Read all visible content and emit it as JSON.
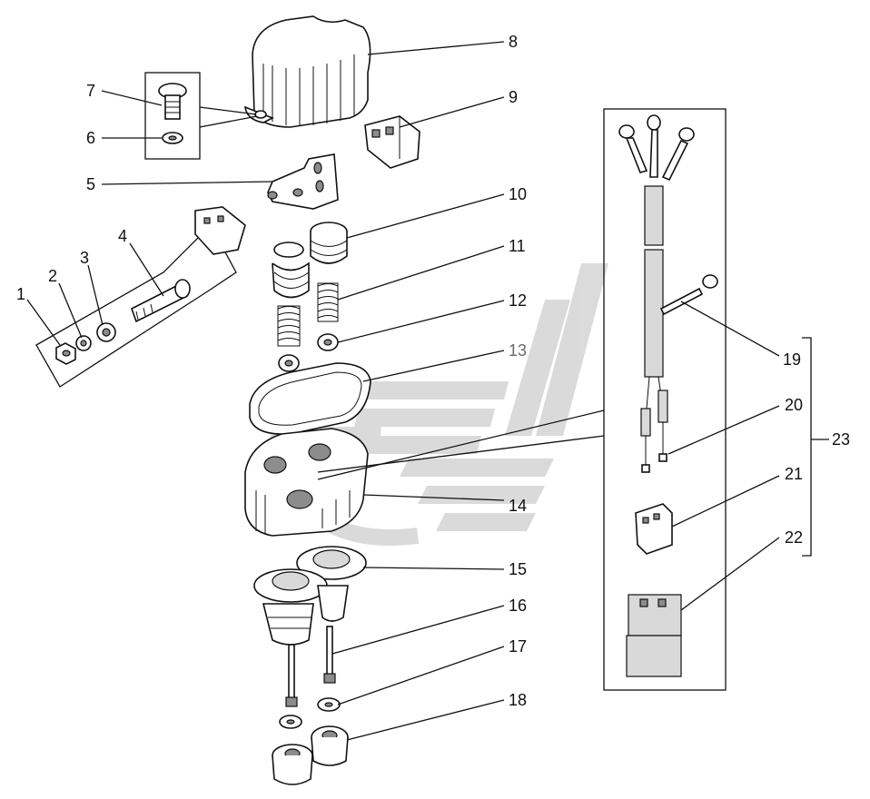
{
  "diagram": {
    "callouts": [
      {
        "id": "1",
        "text": "1"
      },
      {
        "id": "2",
        "text": "2"
      },
      {
        "id": "3",
        "text": "3"
      },
      {
        "id": "4",
        "text": "4"
      },
      {
        "id": "5",
        "text": "5"
      },
      {
        "id": "6",
        "text": "6"
      },
      {
        "id": "7",
        "text": "7"
      },
      {
        "id": "8",
        "text": "8"
      },
      {
        "id": "9",
        "text": "9"
      },
      {
        "id": "10",
        "text": "10"
      },
      {
        "id": "11",
        "text": "11"
      },
      {
        "id": "12",
        "text": "12"
      },
      {
        "id": "13",
        "text": "13"
      },
      {
        "id": "14",
        "text": "14"
      },
      {
        "id": "15",
        "text": "15"
      },
      {
        "id": "16",
        "text": "16"
      },
      {
        "id": "17",
        "text": "17"
      },
      {
        "id": "18",
        "text": "18"
      },
      {
        "id": "19",
        "text": "19"
      },
      {
        "id": "20",
        "text": "20"
      },
      {
        "id": "21",
        "text": "21"
      },
      {
        "id": "22",
        "text": "22"
      },
      {
        "id": "23",
        "text": "23"
      }
    ],
    "watermark": {
      "color": "#bdbdbd"
    }
  }
}
